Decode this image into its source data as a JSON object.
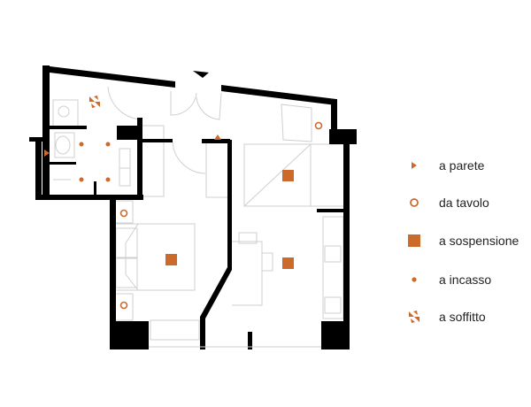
{
  "colors": {
    "accent": "#cc6a2c",
    "wall": "#000000",
    "furniture": "#cfcfcf"
  },
  "legend": [
    {
      "icon": "wall-light-icon",
      "label": "a parete"
    },
    {
      "icon": "table-lamp-icon",
      "label": "da tavolo"
    },
    {
      "icon": "pendant-light-icon",
      "label": "a sospensione"
    },
    {
      "icon": "recessed-light-icon",
      "label": "a incasso"
    },
    {
      "icon": "ceiling-light-icon",
      "label": "a soffitto"
    }
  ]
}
